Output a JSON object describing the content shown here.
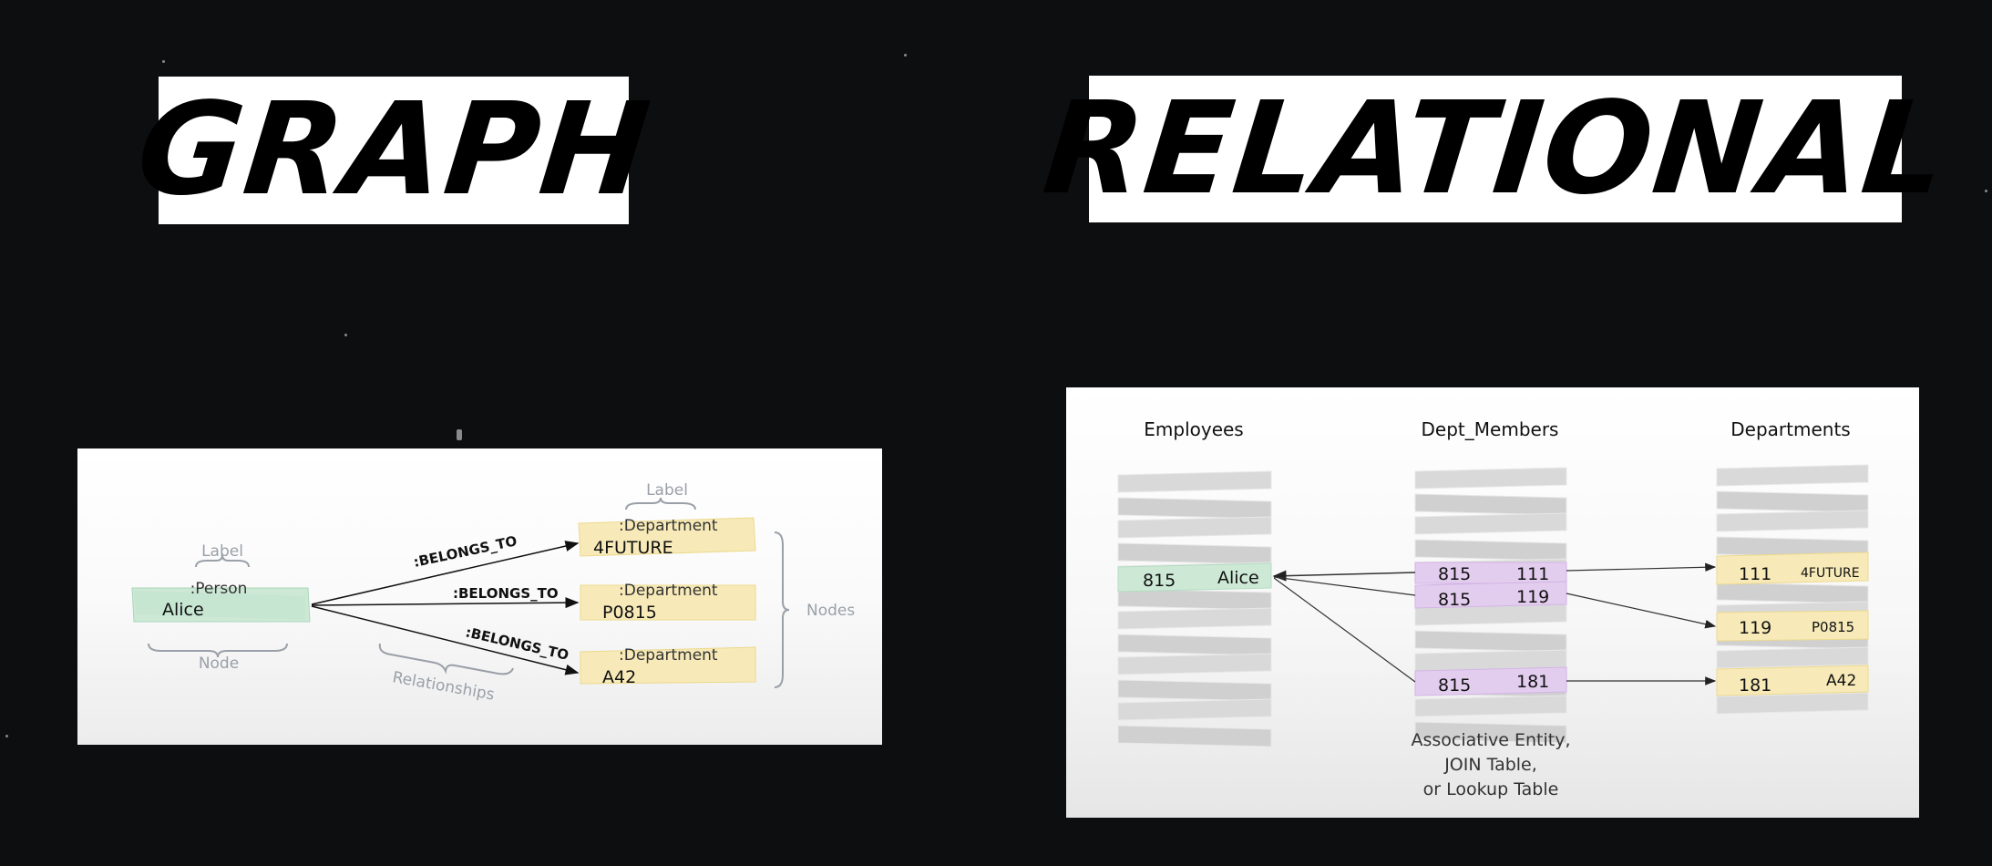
{
  "titles": {
    "graph": "GRAPH",
    "relational": "RELATIONAL"
  },
  "graph_diagram": {
    "person_node": {
      "label_caption": "Label",
      "type": ":Person",
      "name": "Alice",
      "node_caption": "Node"
    },
    "department_label_caption": "Label",
    "departments": [
      {
        "type": ":Department",
        "name": "4FUTURE"
      },
      {
        "type": ":Department",
        "name": "P0815"
      },
      {
        "type": ":Department",
        "name": "A42"
      }
    ],
    "relationships": [
      ":BELONGS_TO",
      ":BELONGS_TO",
      ":BELONGS_TO"
    ],
    "relationships_caption": "Relationships",
    "nodes_caption": "Nodes"
  },
  "relational_diagram": {
    "tables": {
      "employees": {
        "header": "Employees",
        "rows": [
          {
            "id": "815",
            "name": "Alice"
          }
        ]
      },
      "dept_members": {
        "header": "Dept_Members",
        "rows": [
          {
            "emp": "815",
            "dept": "111"
          },
          {
            "emp": "815",
            "dept": "119"
          },
          {
            "emp": "815",
            "dept": "181"
          }
        ]
      },
      "departments": {
        "header": "Departments",
        "rows": [
          {
            "id": "111",
            "name": "4FUTURE"
          },
          {
            "id": "119",
            "name": "P0815"
          },
          {
            "id": "181",
            "name": "A42"
          }
        ]
      }
    },
    "caption": [
      "Associative Entity,",
      "JOIN Table,",
      "or Lookup Table"
    ]
  },
  "colors": {
    "person_node": "#cde9d6",
    "department_node": "#f7eab8",
    "join_row": "#e3cdef",
    "table_slab": "#d5d5d5",
    "caption_gray": "#9aa0a8"
  }
}
